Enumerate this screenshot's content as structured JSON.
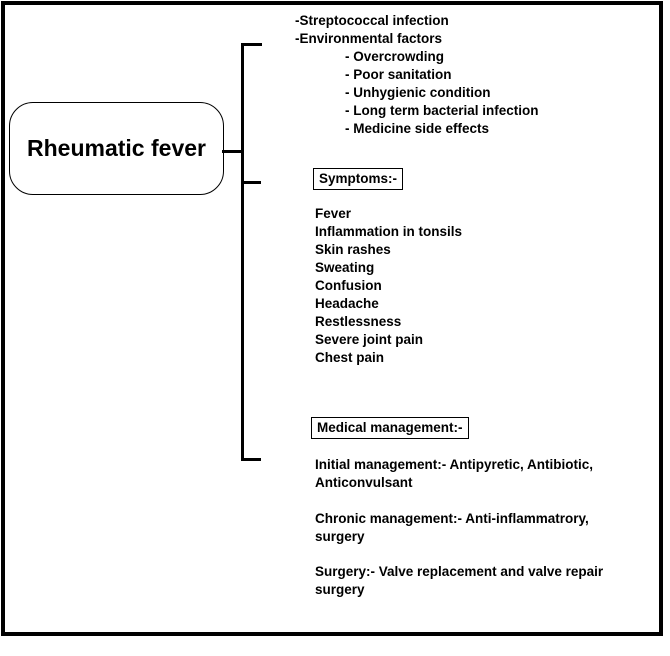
{
  "colors": {
    "ink": "#000000",
    "background": "#ffffff"
  },
  "topic": {
    "label": "Rheumatic fever"
  },
  "causes": {
    "items": [
      "-Streptococcal infection",
      "-Environmental factors",
      "- Overcrowding",
      "- Poor sanitation",
      "- Unhygienic condition",
      "- Long term bacterial infection",
      "- Medicine side effects"
    ]
  },
  "symptoms": {
    "heading": "Symptoms:-",
    "items": [
      "Fever",
      "Inflammation in tonsils",
      "Skin rashes",
      "Sweating",
      "Confusion",
      "Headache",
      "Restlessness",
      "Severe joint pain",
      "Chest pain"
    ]
  },
  "management": {
    "heading": "Medical management:-",
    "initial": {
      "line1": "Initial management:- Antipyretic, Antibiotic,",
      "line2": "Anticonvulsant"
    },
    "chronic": {
      "line1": "Chronic management:- Anti-inflammatrory,",
      "line2": "surgery"
    },
    "surgery": {
      "line1": "Surgery:- Valve replacement and valve repair",
      "line2": "surgery"
    }
  }
}
